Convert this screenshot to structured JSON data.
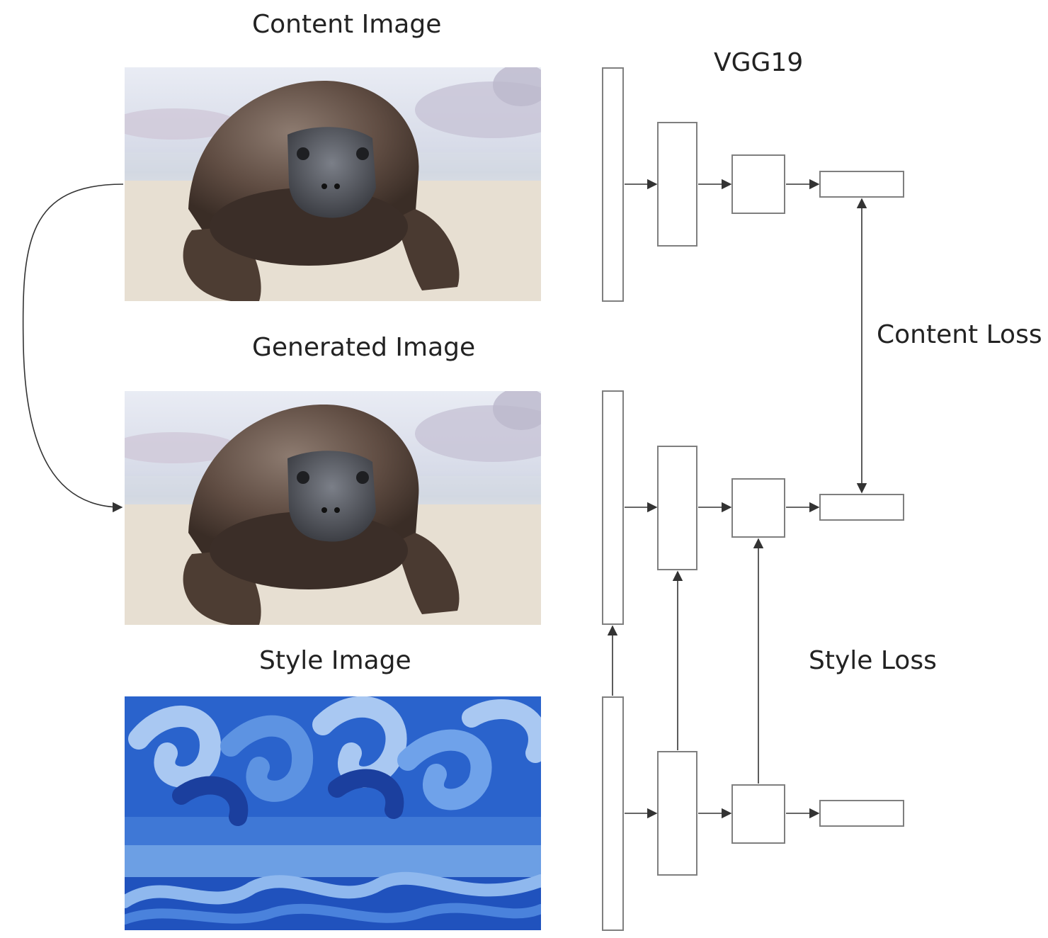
{
  "labels": {
    "content_image": "Content Image",
    "generated_image": "Generated Image",
    "style_image": "Style Image",
    "network": "VGG19",
    "content_loss": "Content Loss",
    "style_loss": "Style Loss"
  },
  "colors": {
    "box_stroke": "#7f7f7f",
    "arrow": "#333333",
    "text": "#222222",
    "style_blue_dark": "#1b3f9e",
    "style_blue_mid": "#3f7fd8",
    "style_blue_light": "#a9c8f2"
  }
}
